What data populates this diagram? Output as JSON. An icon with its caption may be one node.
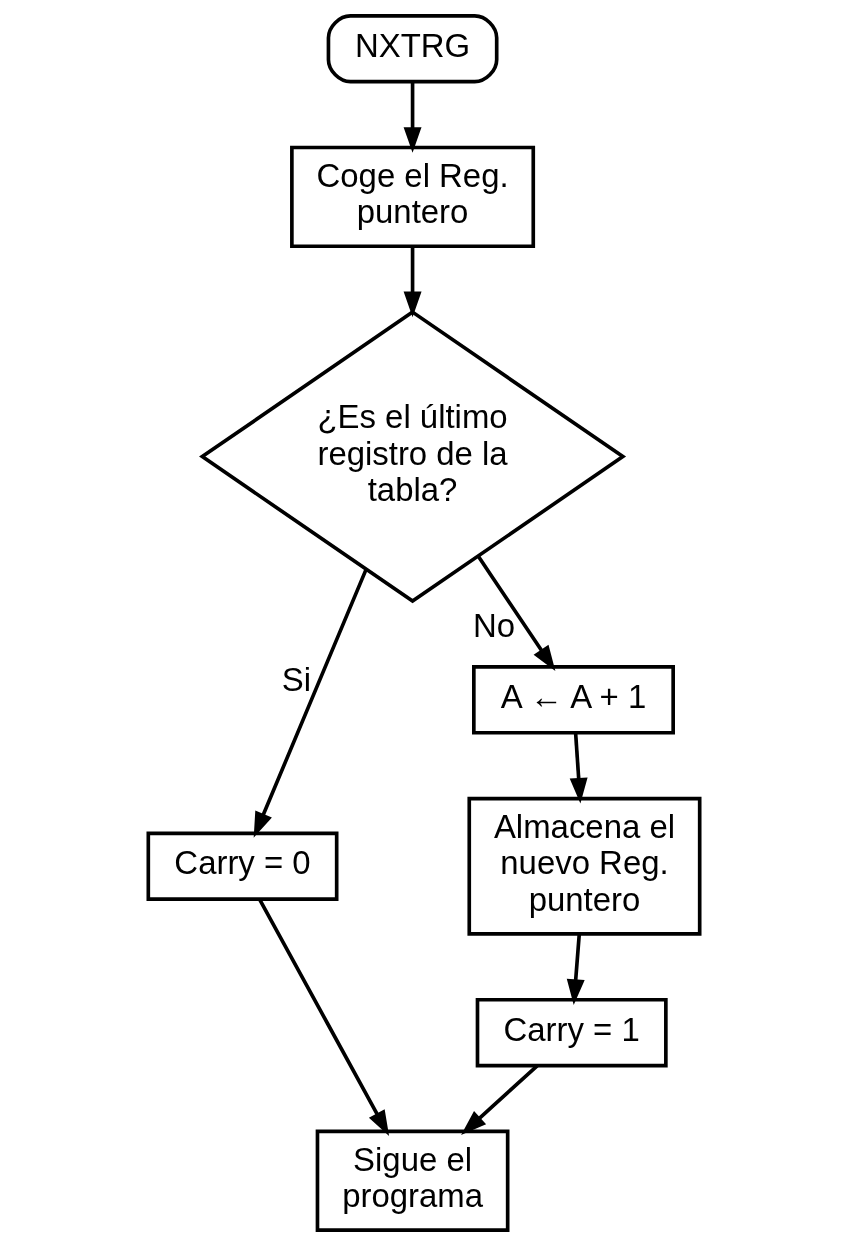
{
  "diagram": {
    "nodes": [
      {
        "text": [
          "NXTRG"
        ]
      },
      {
        "text": [
          "Coge el Reg. puntero"
        ]
      },
      {
        "text": [
          "¿Es el último registro de la tabla?"
        ]
      },
      {
        "text": [
          "Carry = 0"
        ]
      },
      {
        "text": [
          "A ← A + 1"
        ]
      },
      {
        "text": [
          "Almacena el nuevo Reg. puntero"
        ]
      },
      {
        "text": [
          "Carry = 1"
        ]
      },
      {
        "text": [
          "Sigue el programa"
        ]
      }
    ],
    "edges": [
      {
        "from": 0,
        "to": 1,
        "arrow": "to"
      },
      {
        "from": 1,
        "to": 2,
        "arrow": "to"
      },
      {
        "from": 2,
        "to": 3,
        "arrow": "to",
        "label": "Si"
      },
      {
        "from": 2,
        "to": 4,
        "arrow": "to",
        "label": "No"
      },
      {
        "from": 4,
        "to": 5,
        "arrow": "to"
      },
      {
        "from": 5,
        "to": 6,
        "arrow": "to"
      },
      {
        "from": 3,
        "to": 7,
        "arrow": "to"
      },
      {
        "from": 6,
        "to": 7,
        "arrow": "to"
      }
    ]
  }
}
